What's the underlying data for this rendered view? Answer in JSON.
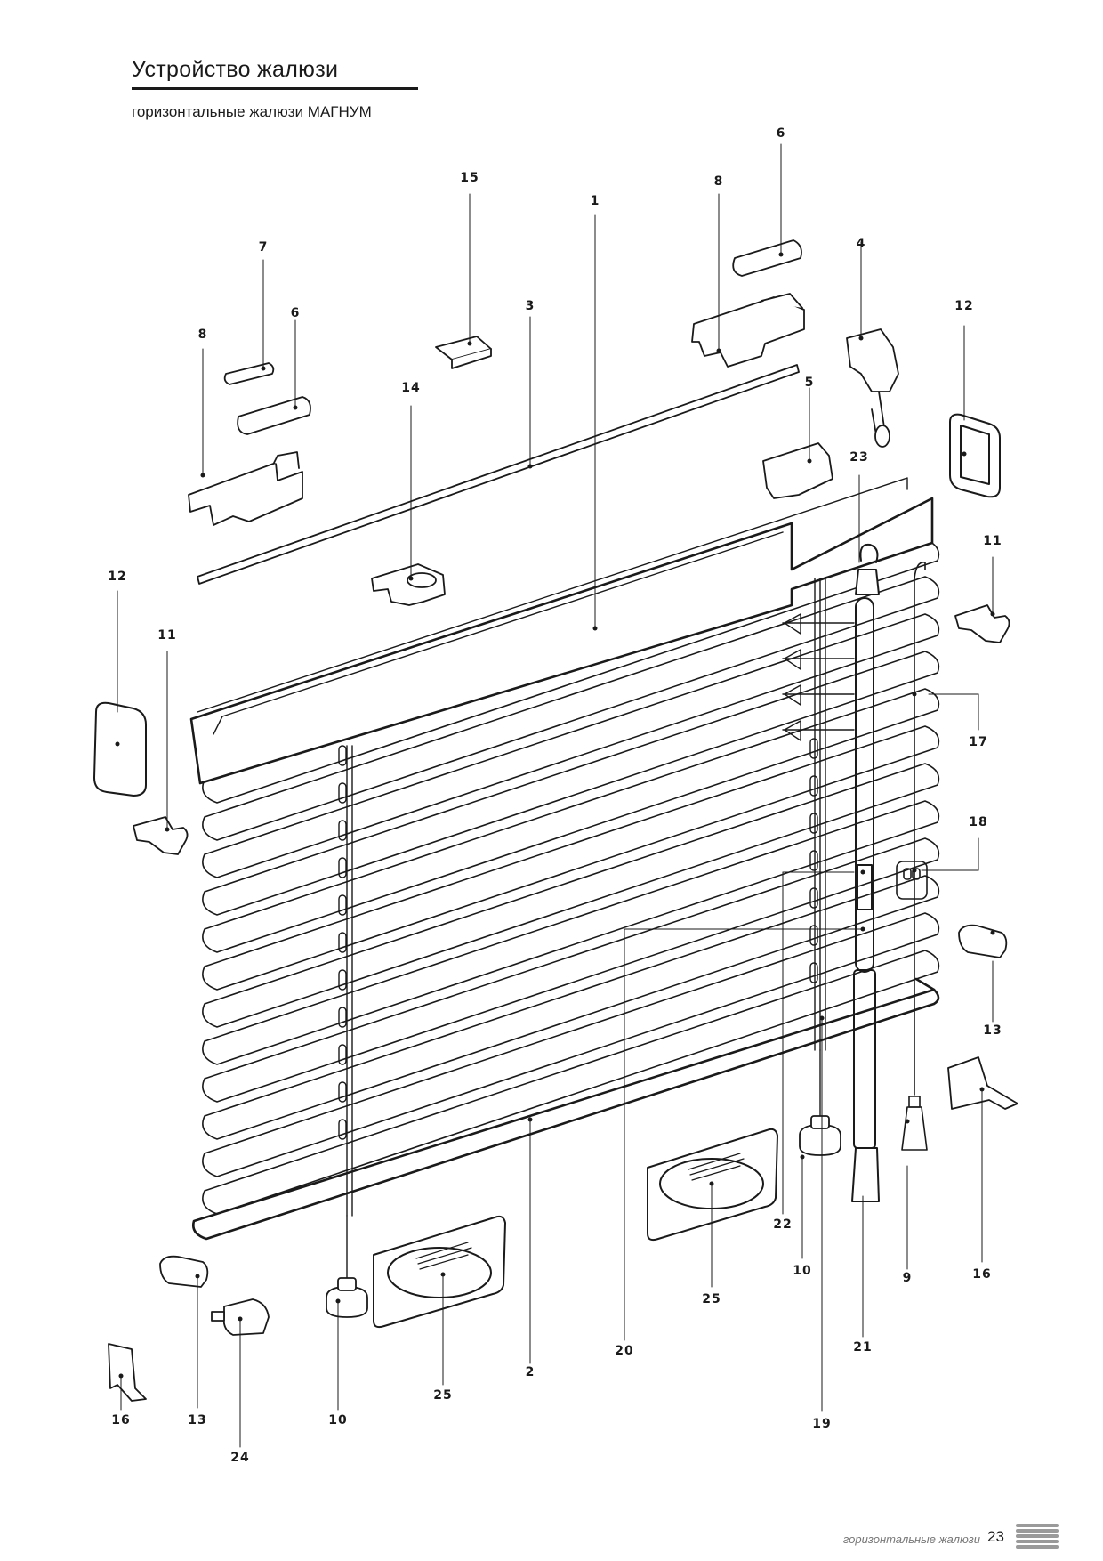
{
  "header": {
    "title": "Устройство жалюзи",
    "subtitle": "горизонтальные жалюзи МАГНУМ"
  },
  "callouts": [
    "1",
    "2",
    "3",
    "4",
    "5",
    "6",
    "6",
    "7",
    "8",
    "8",
    "9",
    "10",
    "10",
    "11",
    "11",
    "12",
    "12",
    "13",
    "13",
    "14",
    "15",
    "16",
    "16",
    "17",
    "18",
    "19",
    "20",
    "21",
    "22",
    "23",
    "24",
    "25",
    "25"
  ],
  "footer": {
    "section": "горизонтальные жалюзи",
    "page_number": "23"
  },
  "colors": {
    "ink": "#1a1a1a",
    "footer_gray": "#777777",
    "logo_gray": "#9a9a9a"
  }
}
